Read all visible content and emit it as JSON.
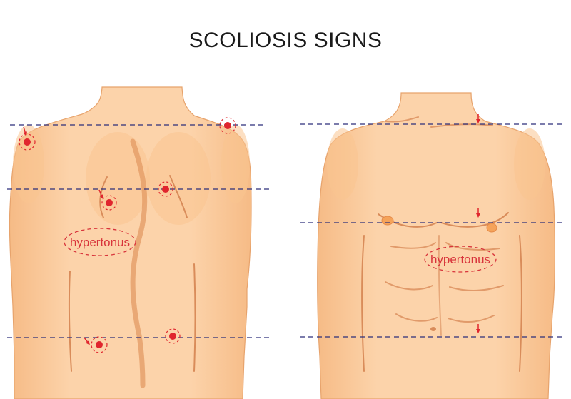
{
  "title": "SCOLIOSIS SIGNS",
  "back_label": "hypertonus",
  "front_label": "hypertonus",
  "colors": {
    "skin": "#fbd0a5",
    "skin_shadow": "#f4b47e",
    "marker": "#e0262e",
    "guide_line": "#2c2f7a",
    "label": "#d8343b"
  }
}
